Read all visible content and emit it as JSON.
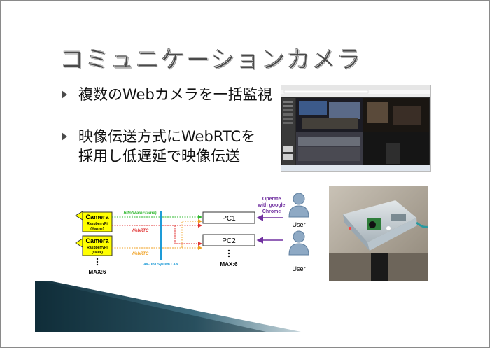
{
  "slide": {
    "title": "コミュニケーションカメラ",
    "bullets": [
      {
        "lines": [
          "複数のWebカメラを一括監視"
        ]
      },
      {
        "lines": [
          "映像伝送方式にWebRTCを",
          "採用し低遅延で映像伝送"
        ]
      }
    ]
  },
  "diagram": {
    "camera_master": {
      "title": "Camera",
      "sub1": "RaspberryPi",
      "sub2": "(Master)"
    },
    "camera_slave": {
      "title": "Camera",
      "sub1": "RaspberryPi",
      "sub2": "(slave)"
    },
    "cam_max": "MAX:6",
    "pc1": "PC1",
    "pc2": "PC2",
    "pc_max": "MAX:6",
    "link_http": "http(MainFrame)",
    "link_webrtc1": "WebRTC",
    "link_webrtc2": "WebRTC",
    "lan_label": "4K-DB1 System LAN",
    "operate": [
      "Operate",
      "with google",
      "Chrome"
    ],
    "user1": "User",
    "user2": "User",
    "colors": {
      "camera_fill": "#ffff00",
      "lan_bar": "#1e9bd7",
      "http_line": "#2eb82e",
      "webrtc_line": "#e03030",
      "webrtc2_line": "#f0a020",
      "operate_text": "#7030a0",
      "user_icon": "#8ea9c4"
    }
  },
  "images": {
    "screenshot": "multi-camera monitoring browser screenshot",
    "photo": "raspberry pi camera in clear case"
  }
}
